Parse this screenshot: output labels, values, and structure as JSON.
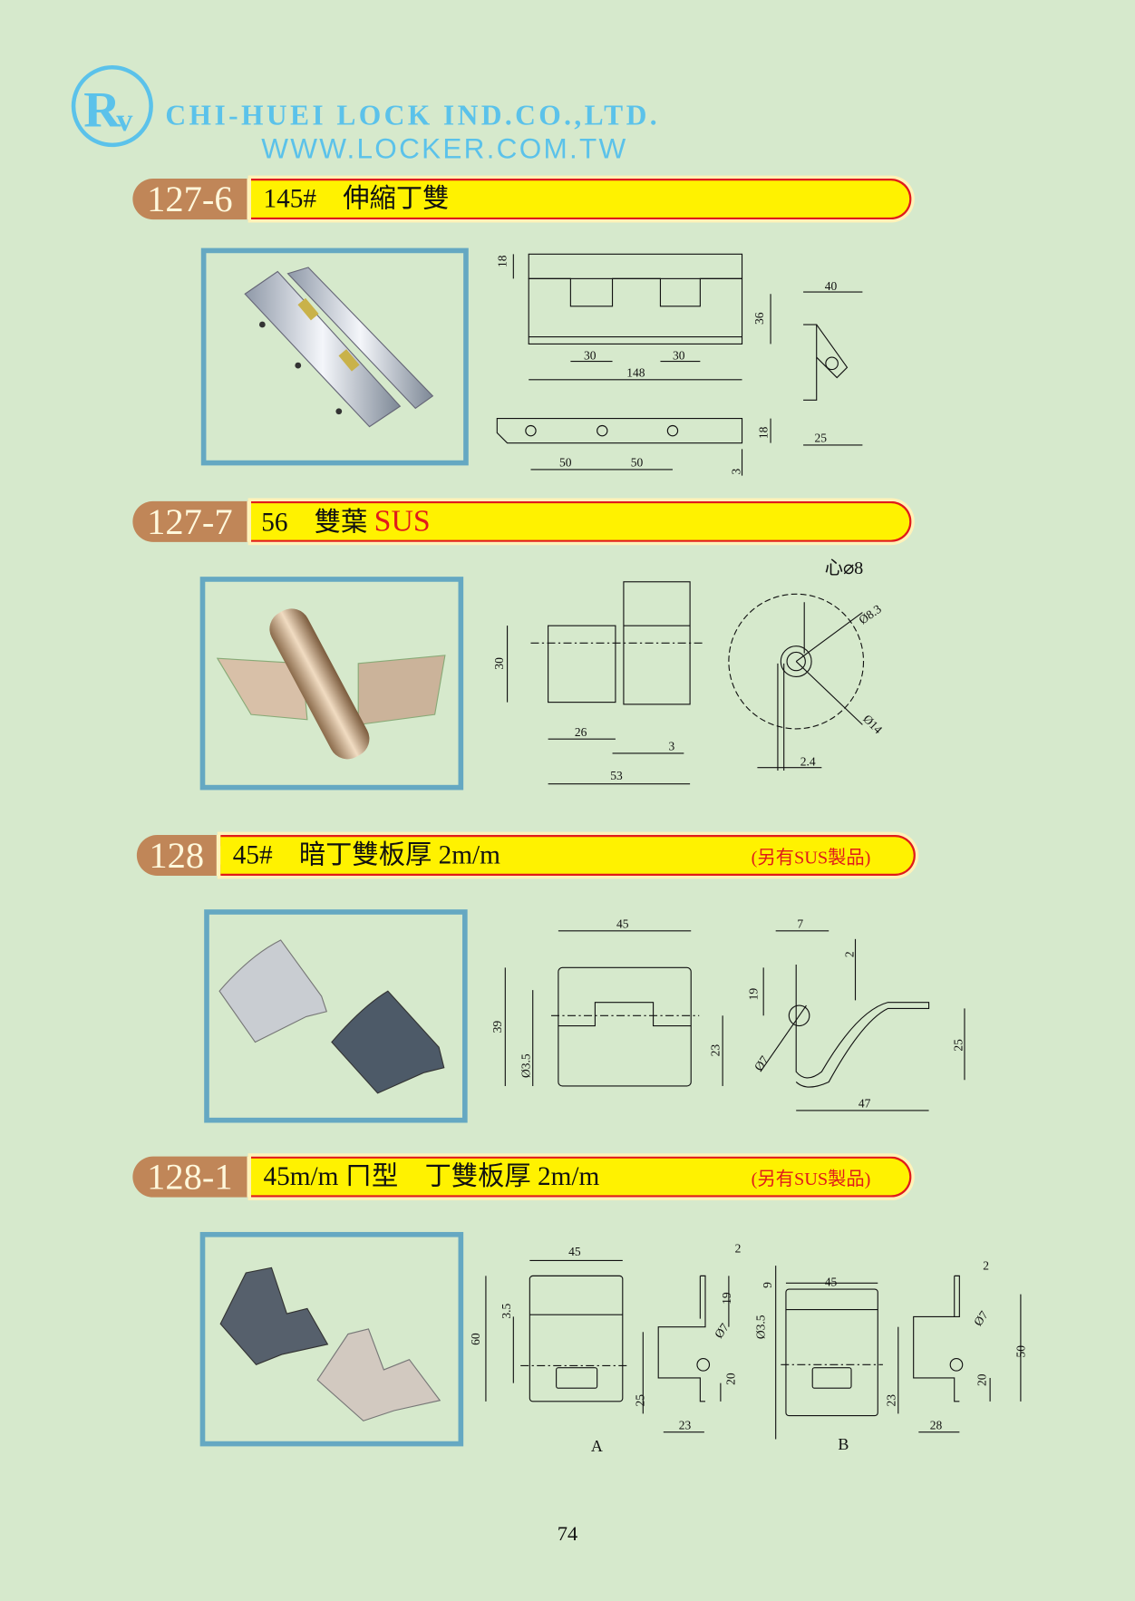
{
  "header": {
    "logo_text": "Rv",
    "company": "CHI-HUEI LOCK IND.CO.,LTD.",
    "website": "WWW.LOCKER.COM.TW"
  },
  "colors": {
    "background": "#d6e9cc",
    "brand": "#5bc2ea",
    "badge": "#c08658",
    "band": "#fff200",
    "band_border": "#e01b1b",
    "frame": "#65a8c2"
  },
  "sections": [
    {
      "code": "127-6",
      "title": "145#　伸縮丁雙",
      "dims": [
        "18",
        "36",
        "30",
        "30",
        "148",
        "40",
        "50",
        "50",
        "18",
        "3",
        "25"
      ]
    },
    {
      "code": "127-7",
      "title": "56　雙葉",
      "sus": "SUS",
      "center_note": "心⌀8",
      "dims": [
        "30",
        "26",
        "3",
        "53",
        "Ø8.3",
        "Ø14",
        "2.4"
      ]
    },
    {
      "code": "128",
      "title": "45#　暗丁雙板厚 2m/m",
      "note": "(另有SUS製品)",
      "dims": [
        "45",
        "7",
        "2",
        "19",
        "39",
        "Ø3.5",
        "23",
        "Ø7",
        "25",
        "47"
      ]
    },
    {
      "code": "128-1",
      "title": "45m/m ㄇ型　丁雙板厚 2m/m",
      "note": "(另有SUS製品)",
      "variant_a": {
        "label": "A",
        "dims": [
          "45",
          "60",
          "3.5",
          "2",
          "19",
          "Ø7",
          "25",
          "20",
          "23"
        ]
      },
      "variant_b": {
        "label": "B",
        "dims": [
          "9",
          "45",
          "Ø3.5",
          "2",
          "Ø7",
          "50",
          "20",
          "23",
          "28"
        ]
      }
    }
  ],
  "page_number": "74"
}
